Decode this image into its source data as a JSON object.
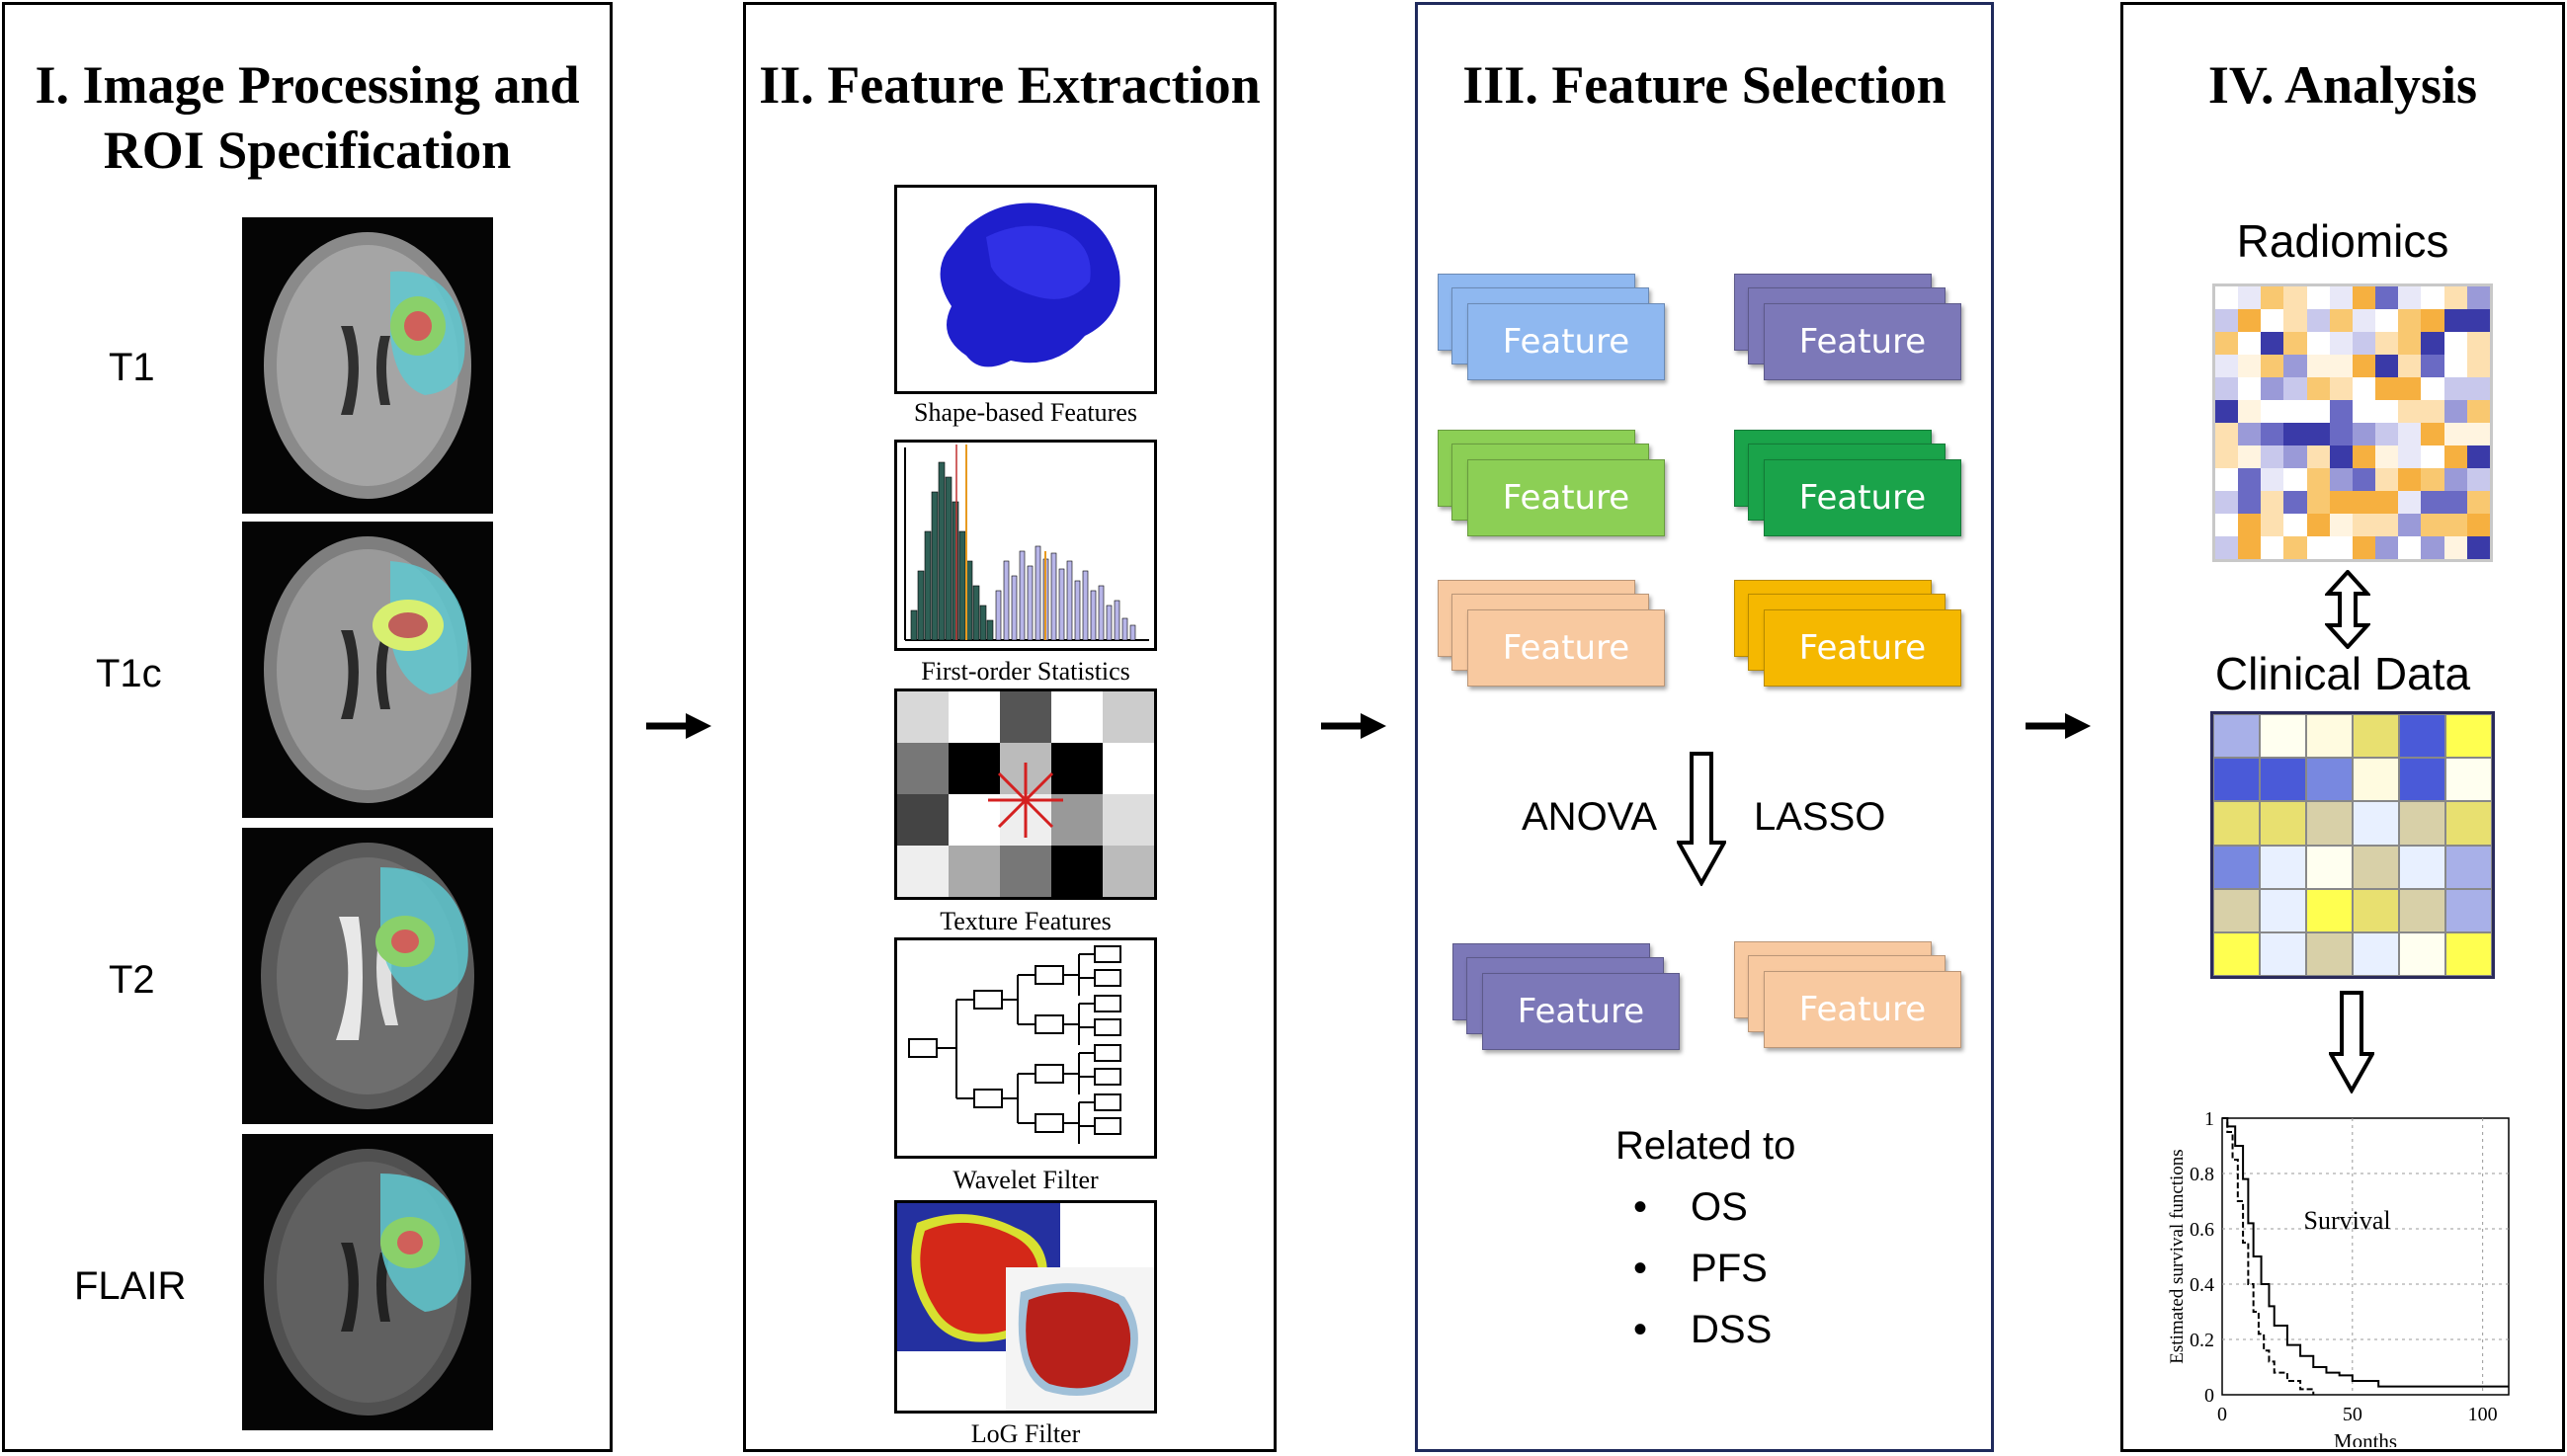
{
  "panels": {
    "p1": {
      "title_line1": "I. Image Processing and",
      "title_line2": "ROI Specification",
      "sequences": [
        "T1",
        "T1c",
        "T2",
        "FLAIR"
      ]
    },
    "p2": {
      "title": "II. Feature Extraction",
      "captions": [
        "Shape-based Features",
        "First-order Statistics",
        "Texture Features",
        "Wavelet Filter",
        "LoG Filter"
      ]
    },
    "p3": {
      "title": "III. Feature Selection",
      "feature_label": "Feature",
      "method_left": "ANOVA",
      "method_right": "LASSO",
      "related_title": "Related to",
      "related_items": [
        "OS",
        "PFS",
        "DSS"
      ]
    },
    "p4": {
      "title": "IV. Analysis",
      "radiomics_label": "Radiomics",
      "clinical_label": "Clinical Data",
      "plot": {
        "ylabel": "Estimated survival functions",
        "xlabel": "Months",
        "annotation": "Survival",
        "yticks": [
          "1",
          "0.8",
          "0.6",
          "0.4",
          "0.2",
          "0"
        ],
        "xticks": [
          "0",
          "50",
          "100"
        ]
      }
    }
  },
  "colors": {
    "feature_light_blue": "#8fb8f0",
    "feature_purple": "#7c78b8",
    "feature_light_green": "#8ccf55",
    "feature_dark_green": "#1aa34a",
    "feature_peach": "#f8c9a0",
    "feature_gold": "#f5b800",
    "panel3_border": "#1f2a5c"
  },
  "chart_data": {
    "type": "line",
    "xlabel": "Months",
    "ylabel": "Estimated survival functions",
    "xlim": [
      0,
      110
    ],
    "ylim": [
      0,
      1
    ],
    "series": [
      {
        "x": [
          0,
          2,
          5,
          8,
          10,
          12,
          15,
          18,
          20,
          25,
          30,
          35,
          40,
          45,
          50,
          60,
          70,
          110
        ],
        "y": [
          1,
          0.97,
          0.9,
          0.78,
          0.62,
          0.5,
          0.4,
          0.32,
          0.25,
          0.18,
          0.14,
          0.1,
          0.08,
          0.07,
          0.05,
          0.03,
          0.03,
          0.03
        ]
      },
      {
        "x": [
          0,
          2,
          4,
          6,
          8,
          10,
          12,
          14,
          16,
          18,
          20,
          25,
          30,
          35
        ],
        "y": [
          1,
          0.95,
          0.85,
          0.7,
          0.55,
          0.4,
          0.3,
          0.22,
          0.16,
          0.12,
          0.08,
          0.05,
          0.02,
          0
        ]
      }
    ]
  }
}
